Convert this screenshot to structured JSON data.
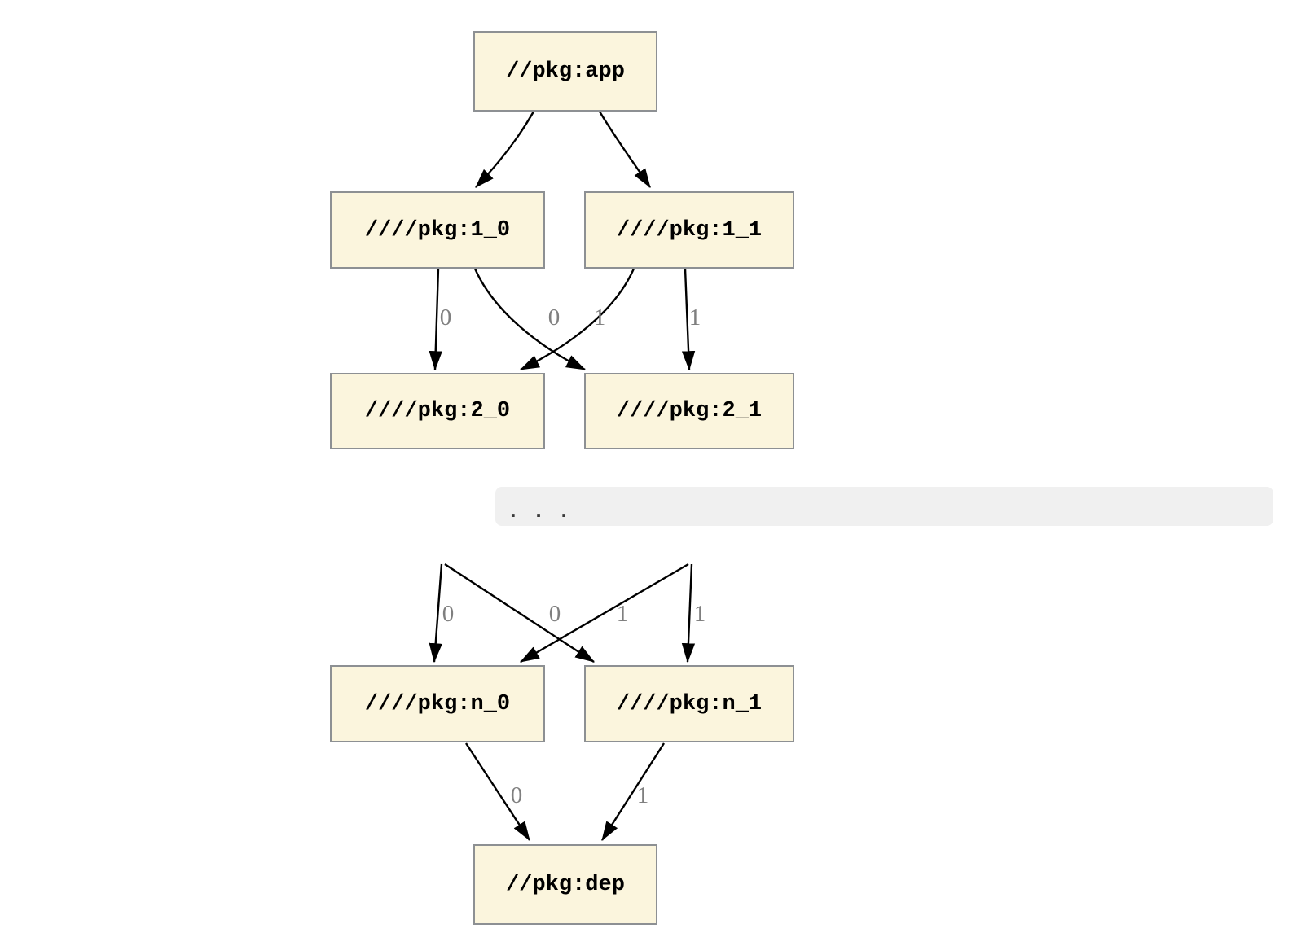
{
  "diagram": {
    "type": "dependency-graph",
    "nodes": [
      {
        "id": "app",
        "label": "//pkg:app"
      },
      {
        "id": "1_0",
        "label": "////pkg:1_0"
      },
      {
        "id": "1_1",
        "label": "////pkg:1_1"
      },
      {
        "id": "2_0",
        "label": "////pkg:2_0"
      },
      {
        "id": "2_1",
        "label": "////pkg:2_1"
      },
      {
        "id": "n_0",
        "label": "////pkg:n_0"
      },
      {
        "id": "n_1",
        "label": "////pkg:n_1"
      },
      {
        "id": "dep",
        "label": "//pkg:dep"
      }
    ],
    "ellipsis": ". . .",
    "edges": [
      {
        "from": "app",
        "to": "1_0",
        "label": ""
      },
      {
        "from": "app",
        "to": "1_1",
        "label": ""
      },
      {
        "from": "1_0",
        "to": "2_0",
        "label": "0"
      },
      {
        "from": "1_0",
        "to": "2_1",
        "label": "0"
      },
      {
        "from": "1_1",
        "to": "2_0",
        "label": "1"
      },
      {
        "from": "1_1",
        "to": "2_1",
        "label": "1"
      },
      {
        "from": "ellipsis",
        "to": "n_0",
        "label": "0"
      },
      {
        "from": "ellipsis",
        "to": "n_1",
        "label": "0"
      },
      {
        "from": "ellipsis",
        "to": "n_0",
        "label": "1"
      },
      {
        "from": "ellipsis",
        "to": "n_1",
        "label": "1"
      },
      {
        "from": "n_0",
        "to": "dep",
        "label": "0"
      },
      {
        "from": "n_1",
        "to": "dep",
        "label": "1"
      }
    ],
    "colors": {
      "node_fill": "#fbf5dd",
      "node_border": "#8d9093",
      "edge": "#000000",
      "edge_label": "#7f7f7f",
      "band_fill": "#f0f0f0"
    }
  }
}
